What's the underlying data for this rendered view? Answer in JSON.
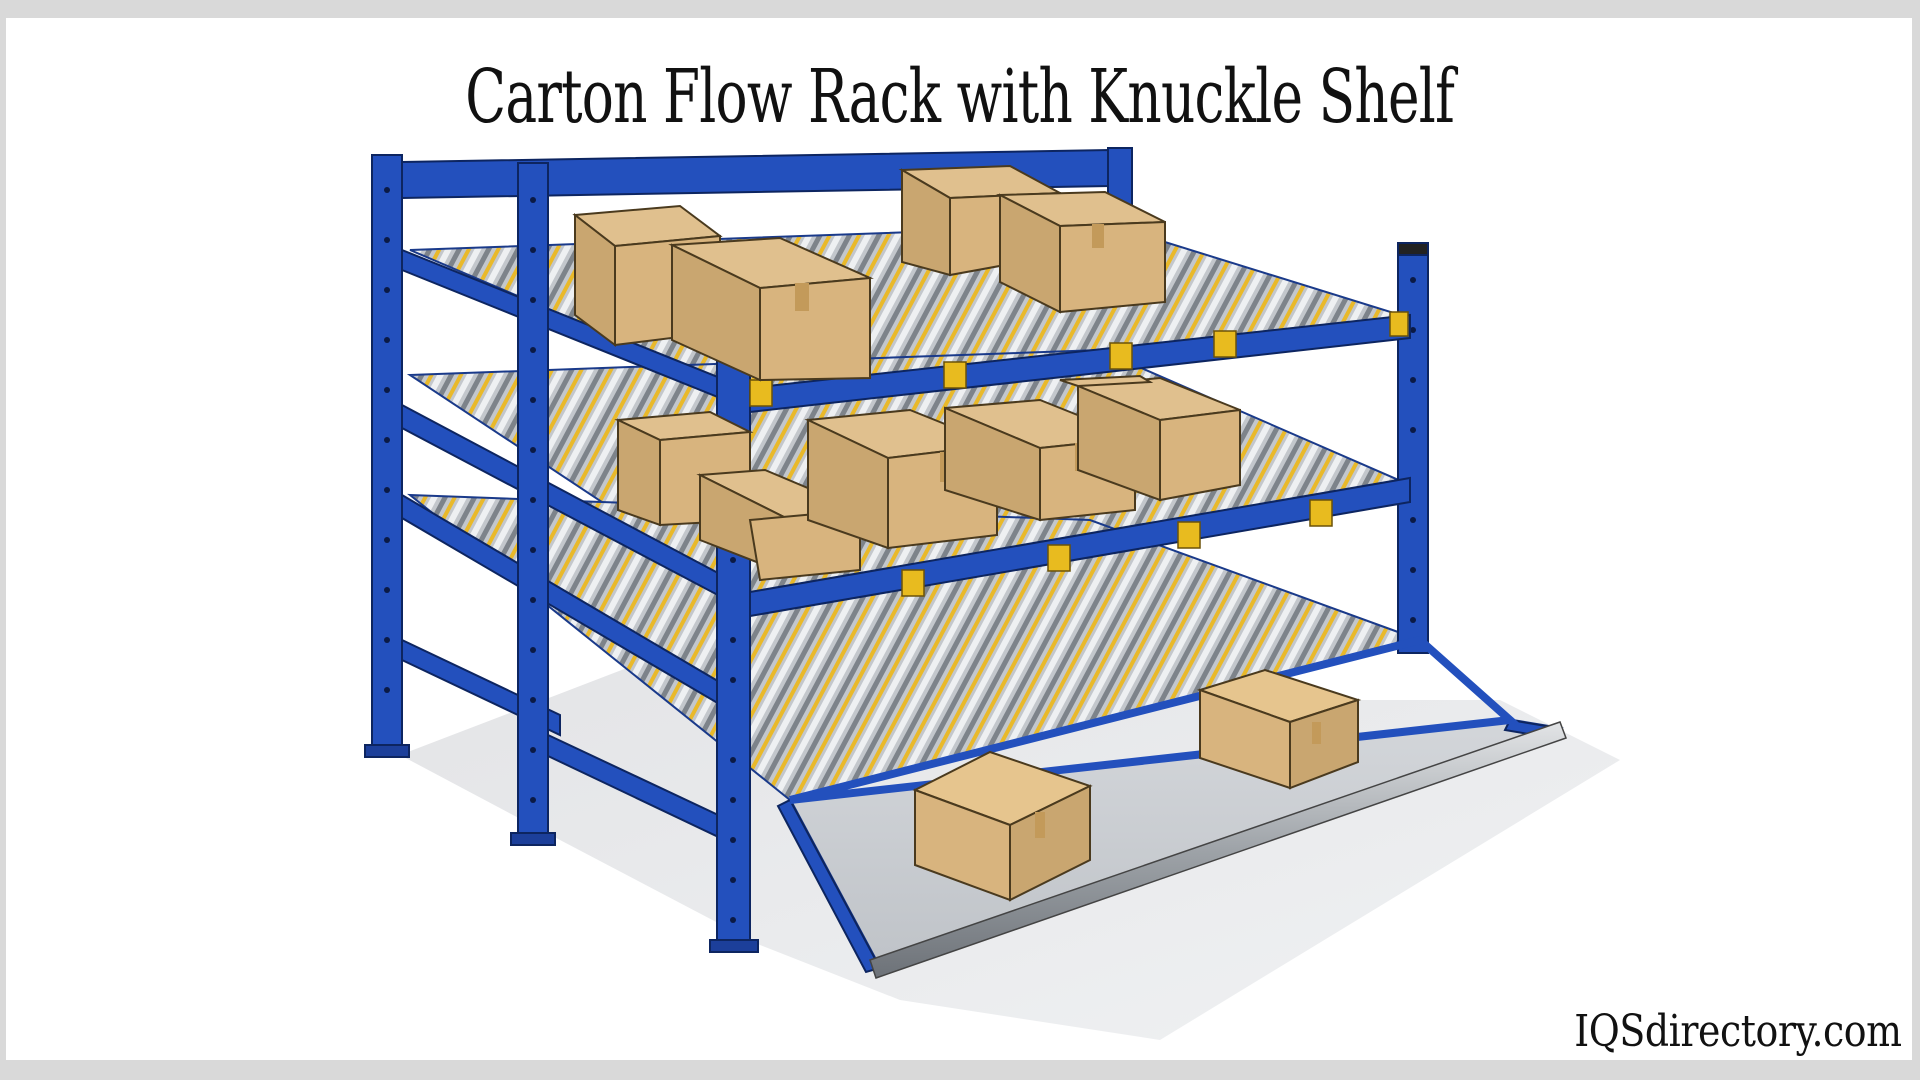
{
  "title": "Carton Flow Rack with Knuckle Shelf",
  "watermark": "IQSdirectory.com",
  "illustration": {
    "subject": "carton-flow-rack",
    "levels": 3,
    "features": [
      "blue steel upright frames",
      "roller flow lanes",
      "yellow beam brackets",
      "cardboard cartons",
      "tilted knuckle pick shelf"
    ],
    "box_counts": {
      "top_shelf": 4,
      "middle_shelf": 6,
      "knuckle_shelf": 2
    }
  },
  "colors": {
    "frame_blue": "#2350bd",
    "frame_blue_dark": "#16358a",
    "bracket_yellow": "#e8bb1f",
    "box_kraft": "#d8b47e",
    "box_kraft_dark": "#b8925c",
    "tape": "#c9a060",
    "roller_gray": "#a9adb3",
    "knuckle_shelf_gray": "#c9ccd0",
    "background_border": "#d9d9d9"
  }
}
